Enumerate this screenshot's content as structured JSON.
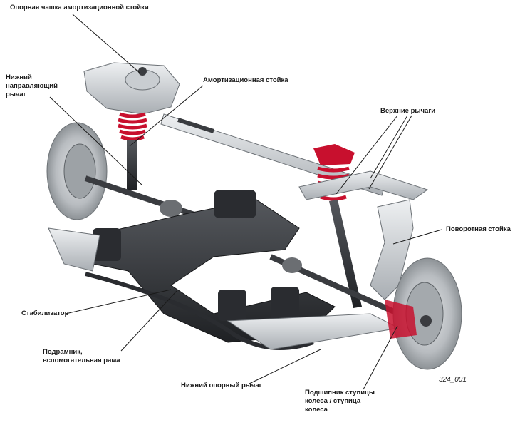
{
  "labels": {
    "upper_mount": "Опорная чашка амортизационной стойки",
    "lower_guide_arm": "Нижний\nнаправляющий\nрычаг",
    "strut": "Амортизационная стойка",
    "upper_arms": "Верхние рычаги",
    "knuckle": "Поворотная стойка",
    "stabilizer": "Стабилизатор",
    "subframe": "Подрамник,\nвспомогательная рама",
    "lower_support_arm": "Нижний опорный рычаг",
    "hub_bearing": "Подшипник ступицы\nколеса / ступица\nколеса"
  },
  "figure_id": "324_001",
  "colors": {
    "aluminium": "#d2d6da",
    "dark_metal": "#3a3c40",
    "spring_red": "#c8102e",
    "disc": "#bfc3c7"
  }
}
